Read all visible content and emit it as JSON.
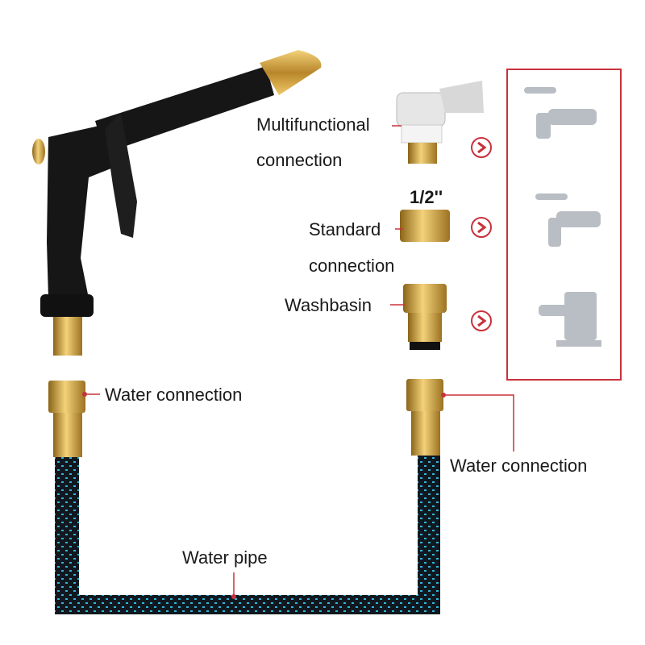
{
  "labels": {
    "multifunctional_line1": "Multifunctional",
    "multifunctional_line2": "connection",
    "size": "1/2''",
    "standard_line1": "Standard",
    "standard_line2": "connection",
    "washbasin": "Washbasin",
    "water_connection_left": "Water connection",
    "water_connection_right": "Water connection",
    "water_pipe": "Water pipe"
  },
  "colors": {
    "accent_red": "#c8323c",
    "brass": "#d4a53c",
    "hose_dark": "#111820",
    "hose_dots": "#2fb6d6",
    "gun_black": "#161616"
  }
}
